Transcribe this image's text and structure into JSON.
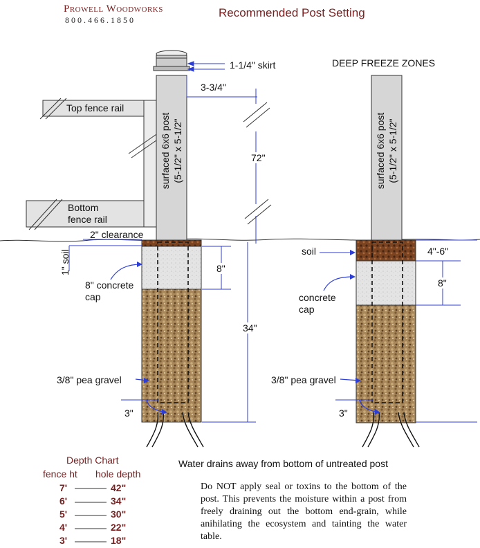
{
  "header": {
    "company": "Prowell Woodworks",
    "phone": "800.466.1850",
    "title": "Recommended Post Setting"
  },
  "left_diagram": {
    "skirt_label": "1-1/4\" skirt",
    "cap_width_label": "3-3/4\"",
    "top_rail_label": "Top fence rail",
    "bottom_rail_label_1": "Bottom",
    "bottom_rail_label_2": "fence rail",
    "height_label": "72\"",
    "post_label_1": "surfaced 6x6 post",
    "post_label_2": "(5-1/2\" x 5-1/2\"",
    "clearance_label": "2\" clearance",
    "soil_label": "1\" soil",
    "cap_depth_label": "8\"",
    "cap_label_1": "8\" concrete",
    "cap_label_2": "cap",
    "depth_label": "34\"",
    "gravel_label": "3/8\" pea gravel",
    "bottom_gravel_label": "3\""
  },
  "right_diagram": {
    "heading": "DEEP FREEZE ZONES",
    "post_label_1": "surfaced 6x6 post",
    "post_label_2": "(5-1/2\" x 5-1/2\"",
    "soil_label": "soil",
    "soil_depth_label": "4\"-6\"",
    "cap_depth_label": "8\"",
    "cap_label_1": "concrete",
    "cap_label_2": "cap",
    "gravel_label": "3/8\" pea gravel",
    "bottom_gravel_label": "3\""
  },
  "water_note": "Water drains away from bottom of untreated post",
  "depth_chart": {
    "title": "Depth Chart",
    "col_fence": "fence ht",
    "col_hole": "hole depth",
    "rows": [
      {
        "fence": "7'",
        "hole": "42\""
      },
      {
        "fence": "6'",
        "hole": "34\""
      },
      {
        "fence": "5'",
        "hole": "30\""
      },
      {
        "fence": "4'",
        "hole": "22\""
      },
      {
        "fence": "3'",
        "hole": "18\""
      }
    ]
  },
  "warning_note": "Do NOT apply seal or toxins to the bottom of the post. This prevents the moisture within a post from freely draining out the bottom end-grain, while anihilating the ecosystem and tainting the water table.",
  "colors": {
    "brand": "#7a1f1f",
    "dimension_line": "#2c3ed6",
    "post": "#d6d6d6",
    "concrete": "#e6e6e6",
    "soil": "#7a4422",
    "gravel": "#a8875a"
  }
}
